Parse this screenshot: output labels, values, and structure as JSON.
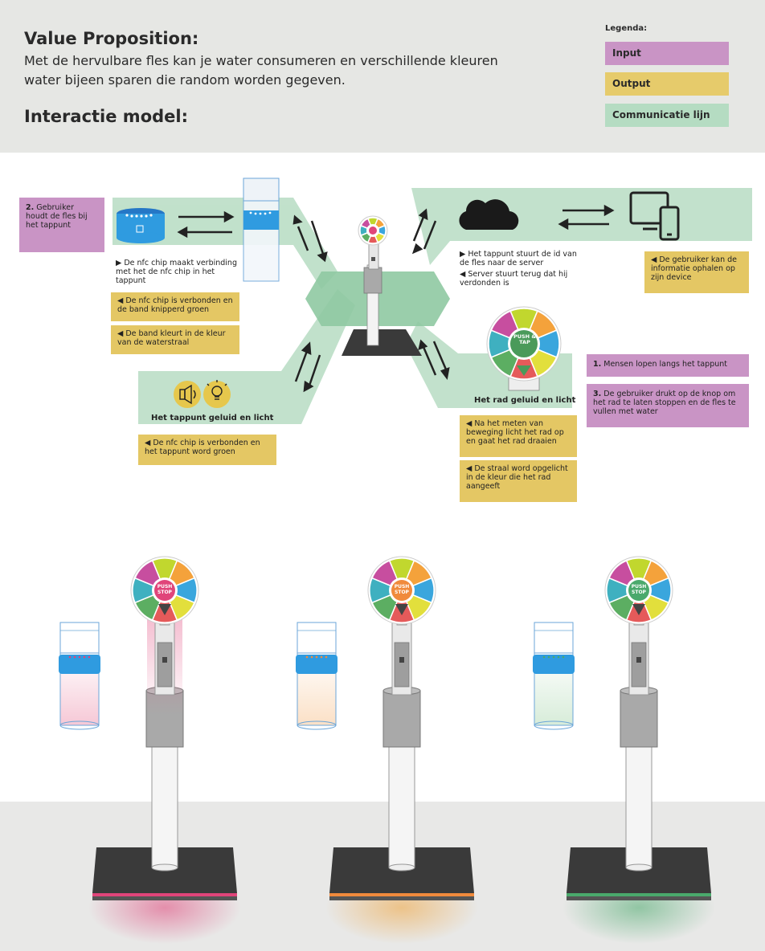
{
  "header": {
    "title": "Value Proposition:",
    "description_line1": "Met de hervulbare fles kan je water consumeren en verschillende kleuren",
    "description_line2": "water bijeen sparen die random worden gegeven.",
    "subtitle": "Interactie model:"
  },
  "legend": {
    "title": "Legenda:",
    "items": [
      {
        "label": "Input",
        "color": "#c994c5"
      },
      {
        "label": "Output",
        "color": "#e6cb6b"
      },
      {
        "label": "Communicatie lijn",
        "color": "#b5dcc2"
      }
    ]
  },
  "diagram": {
    "user_holds_num": "2.",
    "user_holds": "Gebruiker houdt de fles bij het tappunt",
    "nfc_connect": "▶ De nfc chip maakt verbinding met het de nfc chip in het tappunt",
    "nfc_band_green": "◀ De nfc chip is verbonden en de band knipperd groen",
    "band_color": "◀ De band kleurt in de kleur van de waterstraal",
    "tap_sends_id": "▶ Het tappunt stuurt de id van de fles naar de server",
    "server_returns": "◀ Server stuurt terug dat hij verdonden is",
    "user_info": "◀ De gebruiker kan de informatie ophalen op zijn device",
    "tap_sound_light": "Het tappunt geluid en licht",
    "nfc_tap_green": "◀ De nfc chip is verbonden en het tappunt word groen",
    "wheel_sound_light": "Het rad geluid en licht",
    "wheel_spin": "◀ Na het meten van beweging licht het rad op en gaat het rad draaien",
    "stream_color": "◀ De straal word opgelicht in de kleur die het rad aangeeft",
    "walk_by_num": "1.",
    "walk_by": "Mensen lopen langs het tappunt",
    "press_num": "3.",
    "press": "De gebruiker drukt op de knop om het rad te laten stoppen en de fles te vullen met water",
    "button_label": "PUSH & TAP"
  },
  "stations": [
    {
      "button": "PUSH STOP",
      "accent": "#e0457a"
    },
    {
      "button": "PUSH STOP",
      "accent": "#f08a3c"
    },
    {
      "button": "PUSH STOP",
      "accent": "#4aa96c"
    }
  ],
  "colors": {
    "wheel": [
      "#c1d72e",
      "#f4a23b",
      "#3aa6dd",
      "#e2df3c",
      "#e55a5a",
      "#5cae62",
      "#3fb0c0",
      "#c74e9f"
    ],
    "band_blue": "#2f9be0",
    "base_dark": "#3a3a3a"
  },
  "icons": [
    "cloud-icon",
    "devices-icon",
    "speaker-icon",
    "lightbulb-icon",
    "nfc-icon"
  ]
}
